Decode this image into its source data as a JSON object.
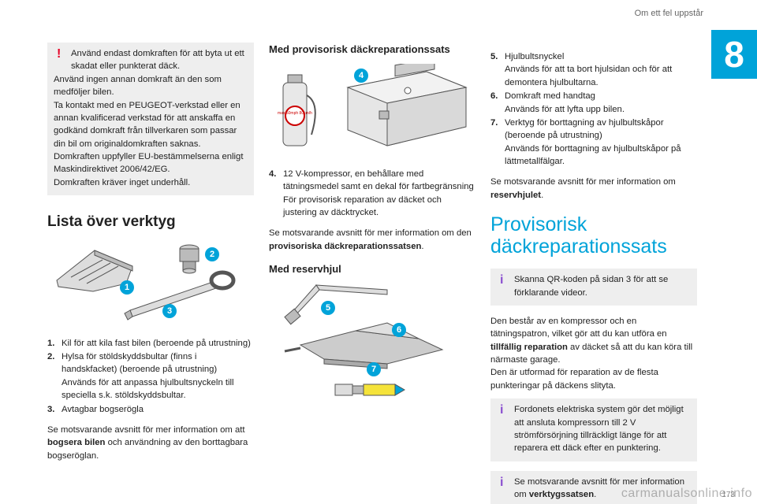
{
  "header": {
    "title": "Om ett fel uppstår",
    "chapter": "8",
    "page_number": "173"
  },
  "watermark": "carmanualsonline.info",
  "colors": {
    "accent": "#00a3d9",
    "warning": "#e60026",
    "info": "#8a4fd0",
    "box_bg": "#eeeeee"
  },
  "col1": {
    "warning_box": {
      "icon": "exclamation-icon",
      "lines": [
        "Använd endast domkraften för att byta ut ett skadat eller punkterat däck.",
        "Använd ingen annan domkraft än den som medföljer bilen.",
        "Ta kontakt med en PEUGEOT-verkstad eller en annan kvalificerad verkstad för att anskaffa en godkänd domkraft från tillverkaren som passar din bil om originaldomkraften saknas.",
        "Domkraften uppfyller EU-bestämmelserna enligt Maskindirektivet 2006/42/EG.",
        "Domkraften kräver inget underhåll."
      ]
    },
    "heading": "Lista över verktyg",
    "badges": [
      "1",
      "2",
      "3"
    ],
    "items": [
      {
        "num": "1.",
        "lines": [
          "Kil för att kila fast bilen (beroende på utrustning)"
        ]
      },
      {
        "num": "2.",
        "lines": [
          "Hylsa för stöldskyddsbultar (finns i handskfacket) (beroende på utrustning)",
          "Används för att anpassa hjulbultsnyckeln till speciella s.k. stöldskyddsbultar."
        ]
      },
      {
        "num": "3.",
        "lines": [
          "Avtagbar bogserögla"
        ]
      }
    ],
    "note_pre": "Se motsvarande avsnitt för mer information om att ",
    "note_bold": "bogsera bilen",
    "note_post": " och användning av den borttagbara bogseröglan."
  },
  "col2": {
    "heading1": "Med provisorisk däckreparationssats",
    "badge4": "4",
    "kit_label": "max 50mph 80km/h",
    "item4": {
      "num": "4.",
      "lines": [
        "12 V-kompressor, en behållare med tätningsmedel samt en dekal för fartbegränsning",
        "För provisorisk reparation av däcket och justering av däcktrycket."
      ]
    },
    "note_pre": "Se motsvarande avsnitt för mer information om den ",
    "note_bold": "provisoriska däckreparationssatsen",
    "note_post": ".",
    "heading2": "Med reservhjul",
    "badges": [
      "5",
      "6",
      "7"
    ]
  },
  "col3": {
    "items": [
      {
        "num": "5.",
        "lines": [
          "Hjulbultsnyckel",
          "Används för att ta bort hjulsidan och för att demontera hjulbultarna."
        ]
      },
      {
        "num": "6.",
        "lines": [
          "Domkraft med handtag",
          "Används för att lyfta upp bilen."
        ]
      },
      {
        "num": "7.",
        "lines": [
          "Verktyg för borttagning av hjulbultskåpor (beroende på utrustning)",
          "Används för borttagning av hjulbultskåpor på lättmetallfälgar."
        ]
      }
    ],
    "note_pre": "Se motsvarande avsnitt för mer information om ",
    "note_bold": "reservhjulet",
    "note_post": ".",
    "section_title": "Provisorisk däckreparationssats",
    "info_box1": {
      "icon": "info-icon",
      "text": "Skanna QR-koden på sidan 3 för att se förklarande videor."
    },
    "para1_pre": "Den består av en kompressor och en tätningspatron, vilket gör att du kan utföra en ",
    "para1_bold": "tillfällig reparation",
    "para1_post": " av däcket så att du kan köra till närmaste garage.",
    "para2": "Den är utformad för reparation av de flesta punkteringar på däckens slityta.",
    "info_box2": {
      "icon": "info-icon",
      "text": "Fordonets elektriska system gör det möjligt att ansluta kompressorn till 2 V strömförsörjning tillräckligt länge för att reparera ett däck efter en punktering."
    },
    "info_box3": {
      "icon": "info-icon",
      "pre": "Se motsvarande avsnitt för mer information om ",
      "bold": "verktygssatsen",
      "post": "."
    }
  }
}
